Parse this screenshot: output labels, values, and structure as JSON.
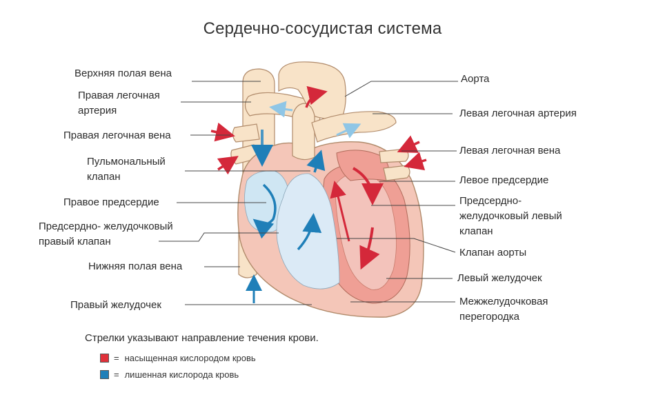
{
  "title": "Сердечно-сосудистая система",
  "labels_left": {
    "svc": "Верхняя полая вена",
    "rpa_1": "Правая легочная",
    "rpa_2": "артерия",
    "rpv": "Правая легочная вена",
    "pulm_1": "Пульмональный",
    "pulm_2": "клапан",
    "ra": "Правое предсердие",
    "tric_1": "Предсердно- желудочковый",
    "tric_2": "правый клапан",
    "ivc": "Нижняя полая вена",
    "rv": "Правый желудочек"
  },
  "labels_right": {
    "aorta": "Аорта",
    "lpa": "Левая легочная артерия",
    "lpv": "Левая легочная вена",
    "la": "Левое предсердие",
    "mitral_1": "Предсердно-",
    "mitral_2": "желудочковый левый",
    "mitral_3": "клапан",
    "aortic_valve": "Клапан аорты",
    "lv": "Левый желудочек",
    "septum_1": "Межжелудочковая",
    "septum_2": "перегородка"
  },
  "legend": {
    "note": "Стрелки указывают направление течения крови.",
    "items": [
      {
        "eq": "=",
        "label": "насыщенная кислородом кровь",
        "color": "#e0313a"
      },
      {
        "eq": "=",
        "label": "лишенная кислорода кровь",
        "color": "#1f7fb8"
      }
    ]
  },
  "colors": {
    "oxygenated": "#e0313a",
    "deoxygenated": "#2e8fb0",
    "vessel": "#f8e3c8",
    "muscle": "#f2b0a2"
  }
}
